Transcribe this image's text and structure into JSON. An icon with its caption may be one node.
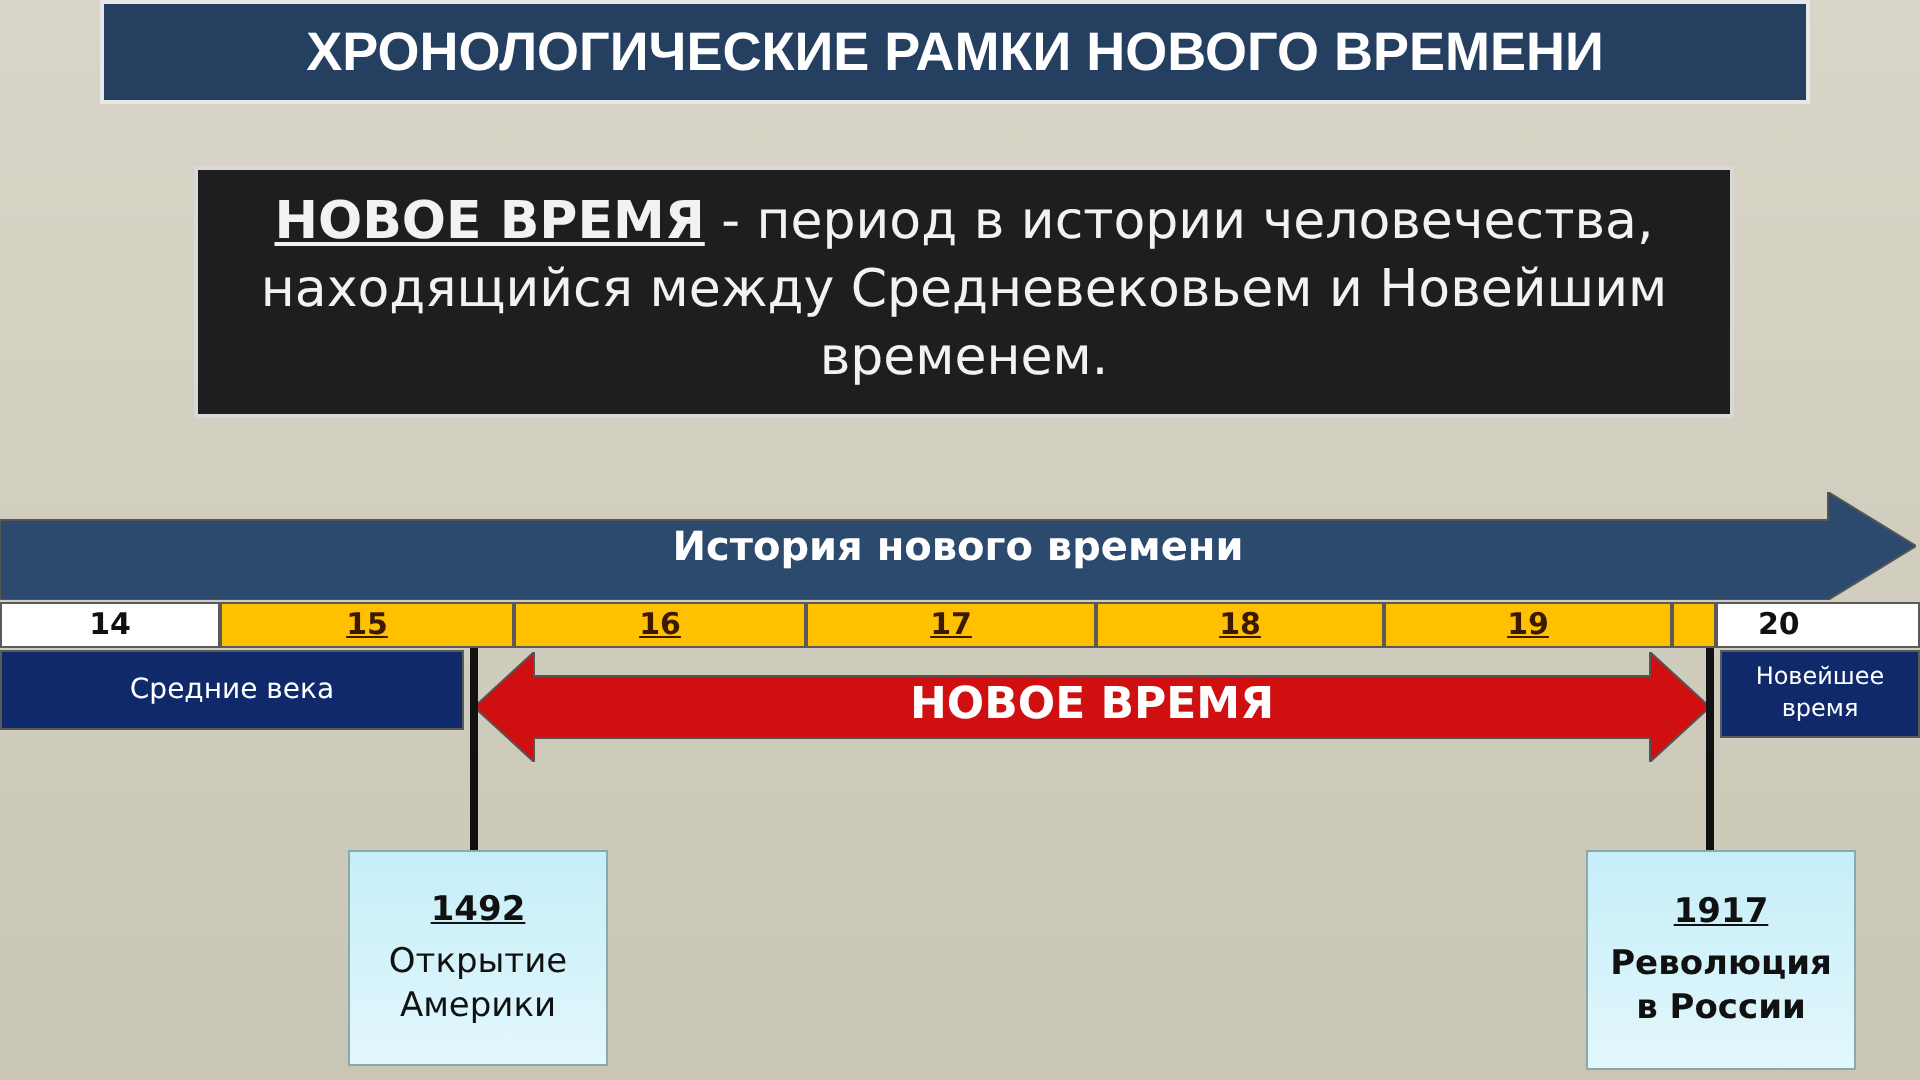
{
  "diagram": {
    "title": "ХРОНОЛОГИЧЕСКИЕ РАМКИ НОВОГО ВРЕМЕНИ",
    "nodes": [
      {
        "text": [
          "**НОВОЕ ВРЕМЯ** - период в истории человечества, находящийся между Средневековьем и Новейшим временем."
        ]
      },
      {
        "text": [
          "История нового времени"
        ]
      },
      {
        "text": [
          "14"
        ]
      },
      {
        "text": [
          "15"
        ]
      },
      {
        "text": [
          "16"
        ]
      },
      {
        "text": [
          "17"
        ]
      },
      {
        "text": [
          "18"
        ]
      },
      {
        "text": [
          "19"
        ]
      },
      {
        "text": [],
        "shape": "box"
      },
      {
        "text": [
          "20"
        ]
      },
      {
        "text": [
          "Средние века"
        ]
      },
      {
        "text": [
          "НОВОЕ ВРЕМЯ"
        ]
      },
      {
        "text": [
          "Новейшее время"
        ]
      },
      {
        "text": [
          "1492",
          "Открытие Америки"
        ]
      },
      {
        "text": [
          "1917",
          "Революция в России"
        ]
      }
    ],
    "edges": [
      {
        "from": 13,
        "to": 3,
        "arrow": "none"
      },
      {
        "from": 14,
        "to": 8,
        "arrow": "none"
      }
    ]
  }
}
